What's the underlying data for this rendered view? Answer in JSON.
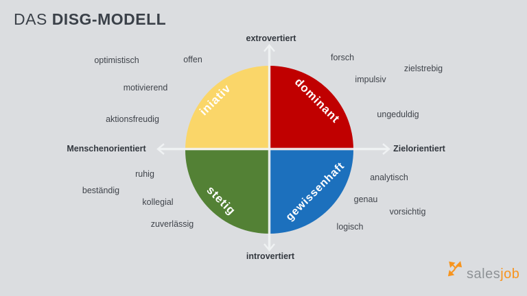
{
  "title": {
    "prefix": "DAS ",
    "main": "DISG-MODELL"
  },
  "axes": {
    "top": "extrovertiert",
    "bottom": "introvertiert",
    "left": "Menschenorientiert",
    "right": "Zielorientiert"
  },
  "quadrants": [
    {
      "label": "iniativ",
      "color": "#FAD669"
    },
    {
      "label": "dominant",
      "color": "#C00000"
    },
    {
      "label": "stetig",
      "color": "#538135"
    },
    {
      "label": "gewissenhaft",
      "color": "#1C70BD"
    }
  ],
  "traits": {
    "iniativ": [
      "optimistisch",
      "offen",
      "motivierend",
      "aktionsfreudig"
    ],
    "dominant": [
      "forsch",
      "zielstrebig",
      "impulsiv",
      "ungeduldig"
    ],
    "stetig": [
      "ruhig",
      "beständig",
      "kollegial",
      "zuverlässig"
    ],
    "gewissenhaft": [
      "analytisch",
      "genau",
      "vorsichtig",
      "logisch"
    ]
  },
  "logo": {
    "sales": "sales",
    "job": "job",
    "accent_color": "#F7941E"
  }
}
